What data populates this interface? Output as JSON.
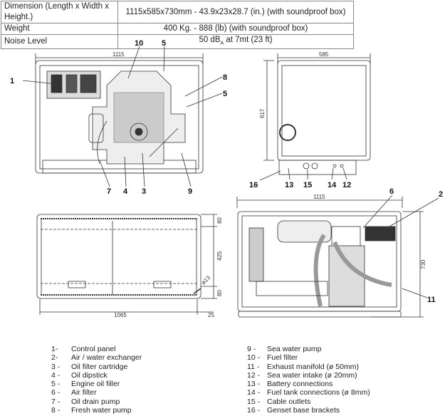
{
  "specs": [
    {
      "label": "Dimension (Length x Width x Height.)",
      "value": "1115x585x730mm - 43.9x23x28.7 (in.) (with soundproof box)"
    },
    {
      "label": "Weight",
      "value": "400 Kg. -  888 (lb) (with soundproof box)"
    },
    {
      "label": "Noise Level",
      "value_main": "50 dB",
      "value_sub": "A",
      "value_tail": " at 7mt  (23 ft)"
    }
  ],
  "dimensions": {
    "front_width": "1115",
    "side_width": "585",
    "side_height": "617",
    "top_length": "1065",
    "top_margin": "25",
    "top_a": "80",
    "top_b": "425",
    "top_c": "80",
    "hole": "ø13",
    "rear_width": "1115",
    "rear_height": "730"
  },
  "callouts": {
    "front": [
      "1",
      "10",
      "5",
      "8",
      "5",
      "7",
      "4",
      "3",
      "9"
    ],
    "side": [
      "16",
      "13",
      "15",
      "14",
      "12"
    ],
    "rear": [
      "6",
      "2",
      "11"
    ]
  },
  "legend": {
    "left": [
      {
        "n": "1-",
        "t": "Control panel"
      },
      {
        "n": "2-",
        "t": "Air / water exchanger"
      },
      {
        "n": "3 -",
        "t": "Oil filter cartridge"
      },
      {
        "n": "4 -",
        "t": "Oil dipstick"
      },
      {
        "n": "5 -",
        "t": "Engine oil filler"
      },
      {
        "n": "6 -",
        "t": "Air filter"
      },
      {
        "n": "7 -",
        "t": "Oil drain pump"
      },
      {
        "n": "8 -",
        "t": "Fresh water pump"
      }
    ],
    "right": [
      {
        "n": "9 -",
        "t": "Sea water pump"
      },
      {
        "n": "10 -",
        "t": "Fuel filter"
      },
      {
        "n": "11 -",
        "t": "Exhaust manifold (ø 50mm)"
      },
      {
        "n": "12 -",
        "t": "Sea water intake (ø 20mm)"
      },
      {
        "n": "13 -",
        "t": "Battery connections"
      },
      {
        "n": "14 -",
        "t": "Fuel tank connections (ø 8mm)"
      },
      {
        "n": "15 -",
        "t": "Cable outlets"
      },
      {
        "n": "16 -",
        "t": "Genset base brackets"
      }
    ]
  }
}
